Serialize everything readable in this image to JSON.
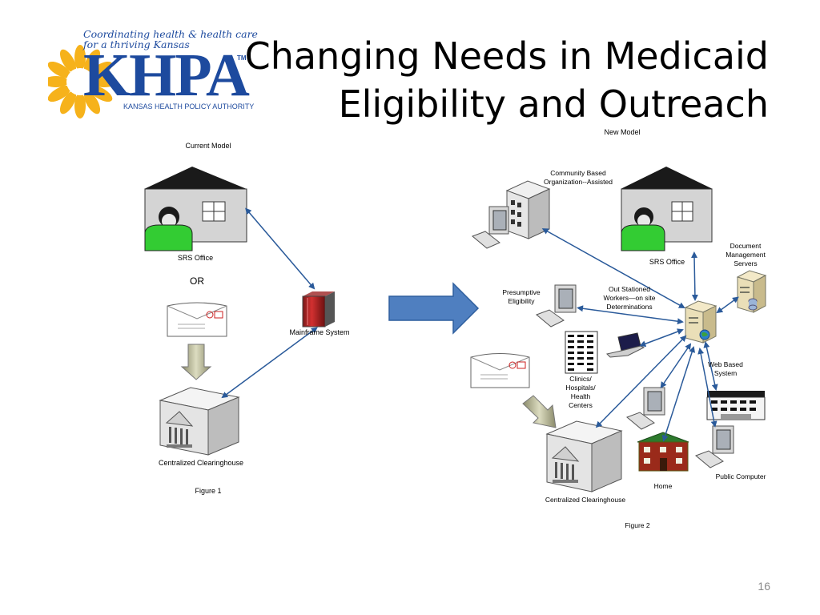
{
  "logo": {
    "tagline_line1": "Coordinating health & health care",
    "tagline_line2": "for a thriving Kansas",
    "name": "KHPA",
    "tm": "TM",
    "full_name": "KANSAS HEALTH POLICY AUTHORITY"
  },
  "title": {
    "line1": "Changing Needs in Medicaid",
    "line2": "Eligibility and Outreach"
  },
  "figure1": {
    "heading": "Current Model",
    "srs_office": "SRS Office",
    "or": "OR",
    "mainframe": "Mainframe System",
    "clearinghouse": "Centralized Clearinghouse",
    "caption": "Figure 1"
  },
  "figure2": {
    "heading": "New Model",
    "community": [
      "Community Based",
      "Organization--Assisted"
    ],
    "srs_office": "SRS Office",
    "doc_mgmt": [
      "Document",
      "Management",
      "Servers"
    ],
    "presumptive": [
      "Presumptive",
      "Eligibility"
    ],
    "out_stationed": [
      "Out Stationed",
      "Workers—on site",
      "Determinations"
    ],
    "clinics": [
      "Clinics/",
      "Hospitals/",
      "Health",
      "Centers"
    ],
    "web_based": [
      "Web Based",
      "System"
    ],
    "home": "Home",
    "public_computer": "Public Computer",
    "clearinghouse": "Centralized Clearinghouse",
    "caption": "Figure 2"
  },
  "slide_number": "16",
  "colors": {
    "house_roof": "#1a1a1a",
    "house_wall": "#d4d4d4",
    "person": "#33cc33",
    "arrow_line": "#2a5a9a",
    "big_arrow": "#4f7fc0",
    "logo_blue": "#1d4a9e",
    "logo_sun": "#f6b21b"
  }
}
